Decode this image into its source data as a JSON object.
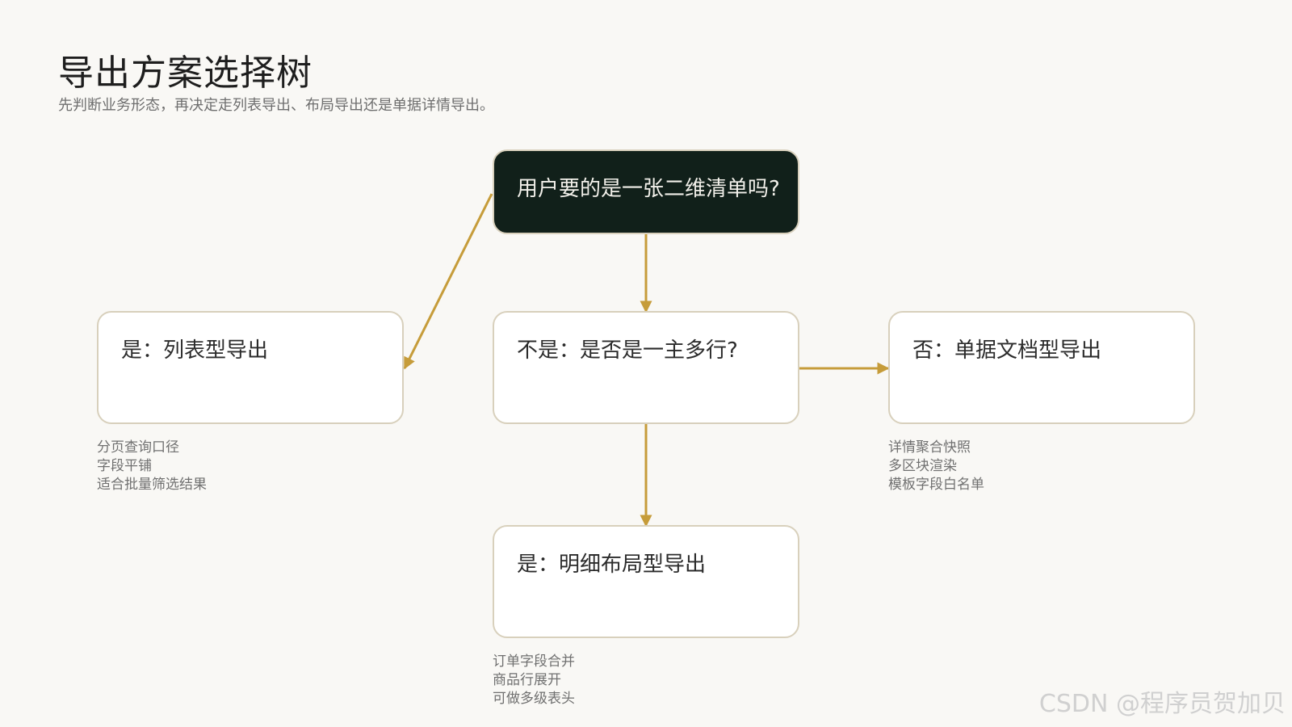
{
  "page": {
    "title": "导出方案选择树",
    "subtitle": "先判断业务形态，再决定走列表导出、布局导出还是单据详情导出。"
  },
  "nodes": {
    "root": {
      "label": "用户要的是一张二维清单吗?"
    },
    "list": {
      "label": "是：列表型导出",
      "notes": [
        "分页查询口径",
        "字段平铺",
        "适合批量筛选结果"
      ]
    },
    "middle": {
      "label": "不是：是否是一主多行?"
    },
    "document": {
      "label": "否：单据文档型导出",
      "notes": [
        "详情聚合快照",
        "多区块渲染",
        "模板字段白名单"
      ]
    },
    "layout": {
      "label": "是：明细布局型导出",
      "notes": [
        "订单字段合并",
        "商品行展开",
        "可做多级表头"
      ]
    }
  },
  "watermark": "CSDN @程序员贺加贝",
  "colors": {
    "background": "#f9f8f5",
    "root_fill": "#11201a",
    "node_border": "#d8d0bc",
    "connector": "#c69c3a"
  }
}
